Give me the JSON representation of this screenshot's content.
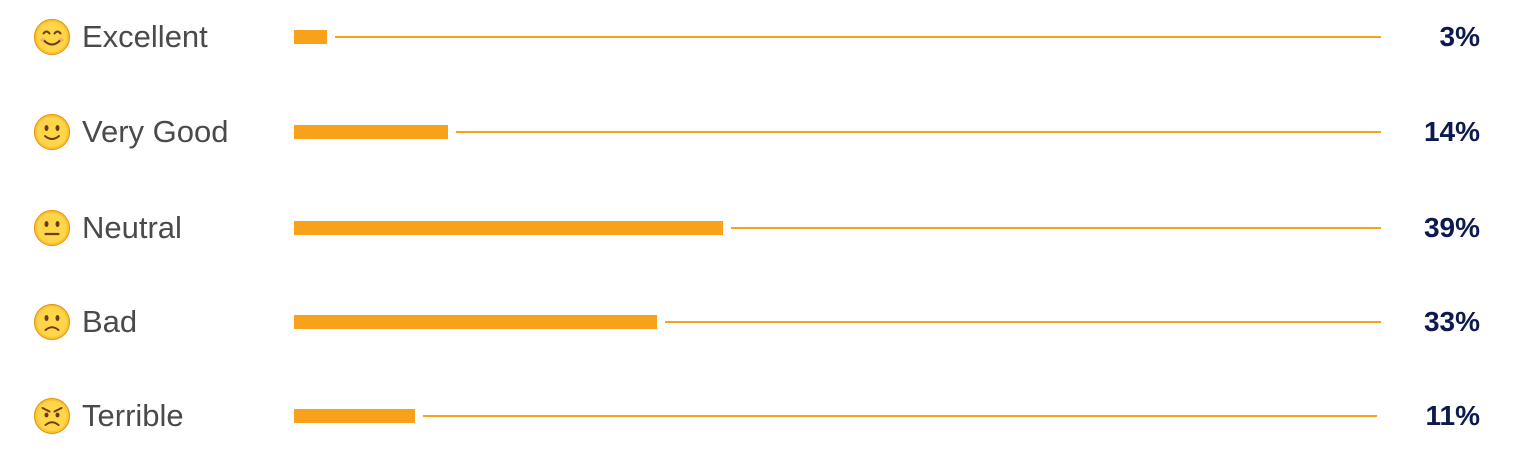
{
  "chart_data": {
    "type": "bar",
    "orientation": "horizontal",
    "categories": [
      "Excellent",
      "Very Good",
      "Neutral",
      "Bad",
      "Terrible"
    ],
    "values": [
      3,
      14,
      39,
      33,
      11
    ],
    "value_labels": [
      "3%",
      "14%",
      "39%",
      "33%",
      "11%"
    ],
    "xlim": [
      0,
      100
    ],
    "icons": [
      "smiling-face-icon",
      "slightly-smiling-face-icon",
      "neutral-face-icon",
      "frowning-face-icon",
      "angry-face-icon"
    ],
    "colors": {
      "bar": "#f7a21a",
      "label": "#4a4a4a",
      "value": "#0e1a4f"
    }
  }
}
